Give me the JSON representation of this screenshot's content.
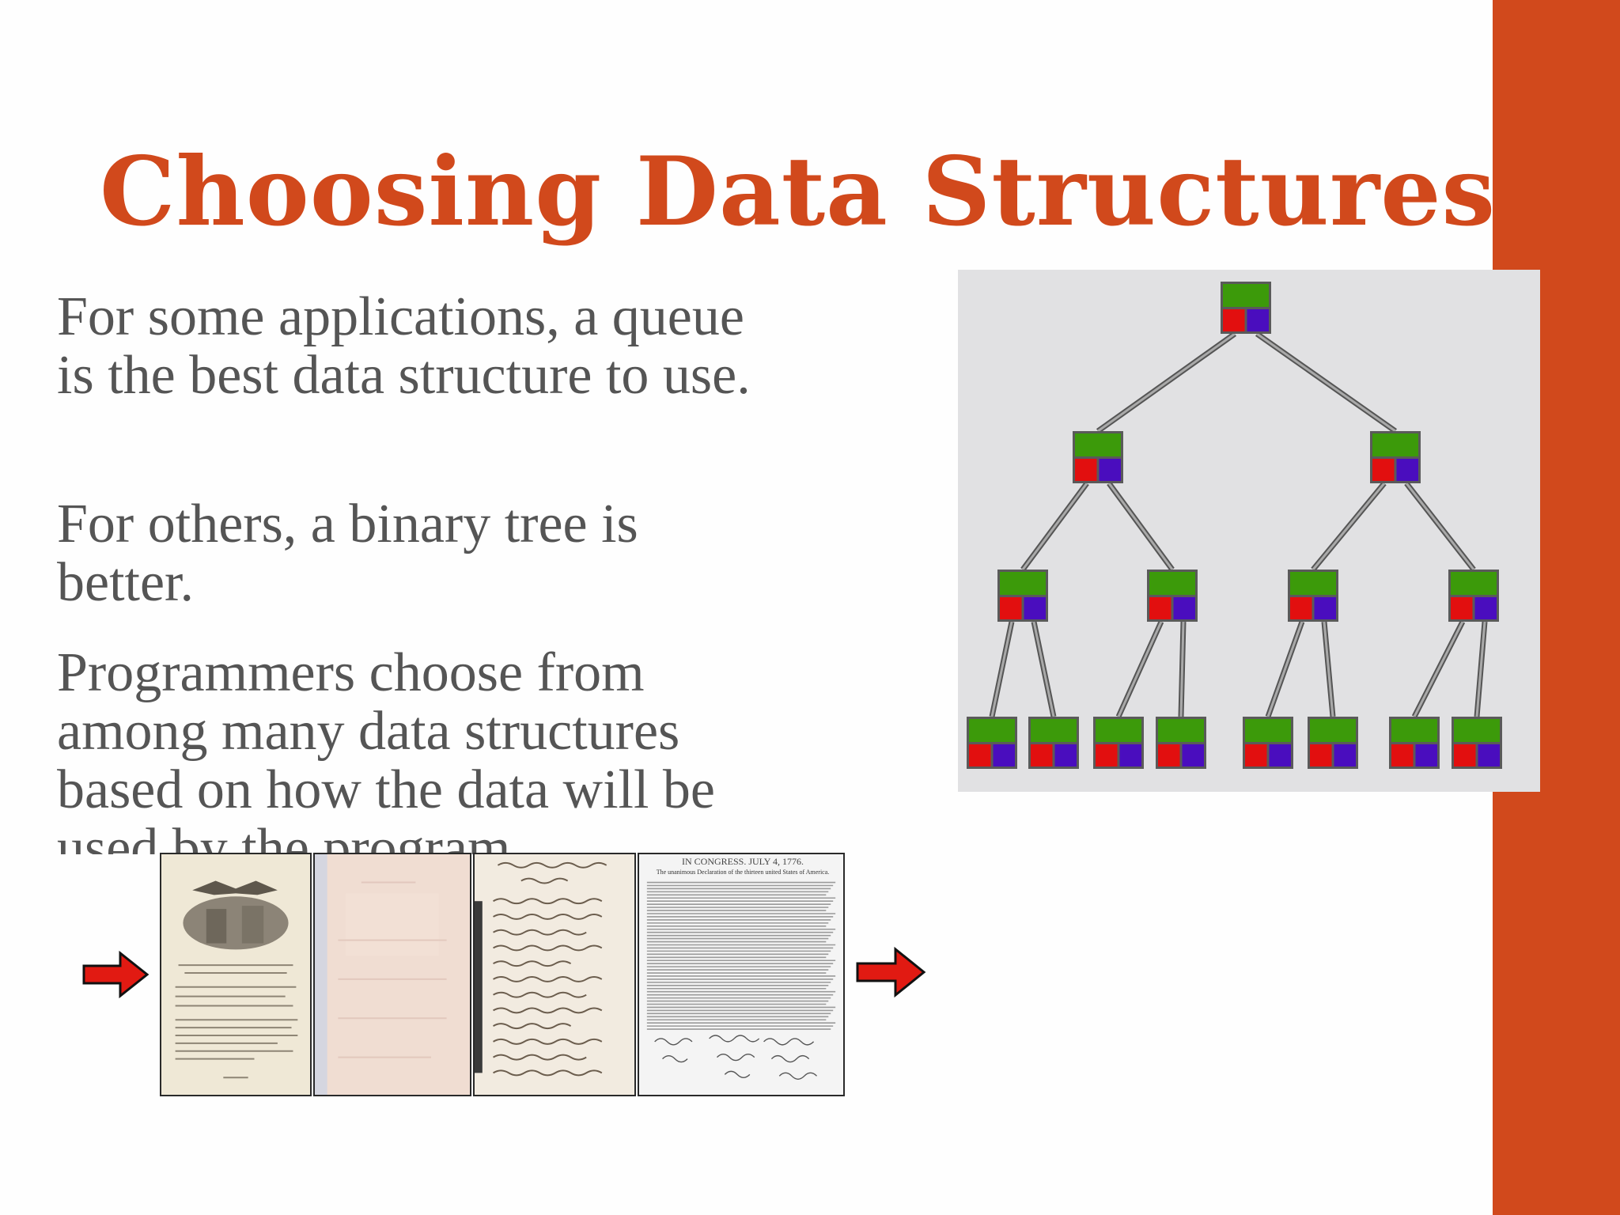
{
  "slide": {
    "title": "Choosing Data Structures",
    "colors": {
      "accent": "#d1491c",
      "text": "#555555",
      "band": "#d1491c"
    }
  },
  "body": {
    "paragraphs": [
      [
        "For some applications, a queue",
        "is the best data structure to use."
      ],
      [
        "For others, a binary tree is",
        "better."
      ],
      [
        "Programmers choose from",
        "among many data structures",
        "based on how the data will be",
        "used by the program."
      ]
    ]
  },
  "tree_figure": {
    "levels": [
      1,
      2,
      4,
      8
    ],
    "node_colors": {
      "top": "#3c9a0a",
      "left": "#e20f0f",
      "right": "#4a0dbe",
      "border": "#5a5a5a"
    },
    "background": "#e1e1e3"
  },
  "queue_figure": {
    "pages": [
      {
        "name": "page-engraving-document"
      },
      {
        "name": "page-faded-document"
      },
      {
        "name": "page-handwritten-letter"
      },
      {
        "name": "page-congress-declaration",
        "heading": "IN CONGRESS. JULY 4, 1776.",
        "subheading": "The unanimous Declaration of the thirteen united States of America."
      }
    ],
    "arrow_color": "#e11a12"
  }
}
